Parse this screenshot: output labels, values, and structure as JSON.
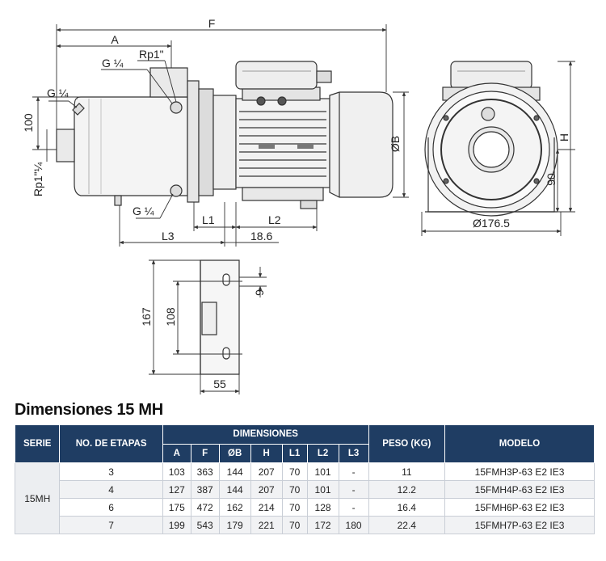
{
  "drawing": {
    "labels": {
      "F": "F",
      "A": "A",
      "Rp1": "Rp1\"",
      "G14_top": "G ¼",
      "G14_left": "G ¼",
      "dim100": "100",
      "Rp1_14": "Rp1\"¼",
      "G14_bottom": "G ¼",
      "L1": "L1",
      "L2": "L2",
      "L3": "L3",
      "d186": "18.6",
      "OB": "ØB",
      "H": "H",
      "d90": "90",
      "d1765": "Ø176.5",
      "d167": "167",
      "d108": "108",
      "d9": "9",
      "d55": "55"
    }
  },
  "table": {
    "title": "Dimensiones 15 MH",
    "headers": {
      "serie": "SERIE",
      "etapas": "NO. DE ETAPAS",
      "dimensiones": "DIMENSIONES",
      "peso": "PESO (KG)",
      "modelo": "MODELO",
      "sub": [
        "A",
        "F",
        "ØB",
        "H",
        "L1",
        "L2",
        "L3"
      ]
    },
    "serie": "15MH",
    "rows": [
      {
        "etapas": "3",
        "A": "103",
        "F": "363",
        "B": "144",
        "H": "207",
        "L1": "70",
        "L2": "101",
        "L3": "-",
        "peso": "11",
        "modelo": "15FMH3P-63 E2 IE3"
      },
      {
        "etapas": "4",
        "A": "127",
        "F": "387",
        "B": "144",
        "H": "207",
        "L1": "70",
        "L2": "101",
        "L3": "-",
        "peso": "12.2",
        "modelo": "15FMH4P-63 E2 IE3"
      },
      {
        "etapas": "6",
        "A": "175",
        "F": "472",
        "B": "162",
        "H": "214",
        "L1": "70",
        "L2": "128",
        "L3": "-",
        "peso": "16.4",
        "modelo": "15FMH6P-63 E2 IE3"
      },
      {
        "etapas": "7",
        "A": "199",
        "F": "543",
        "B": "179",
        "H": "221",
        "L1": "70",
        "L2": "172",
        "L3": "180",
        "peso": "22.4",
        "modelo": "15FMH7P-63 E2 IE3"
      }
    ]
  }
}
